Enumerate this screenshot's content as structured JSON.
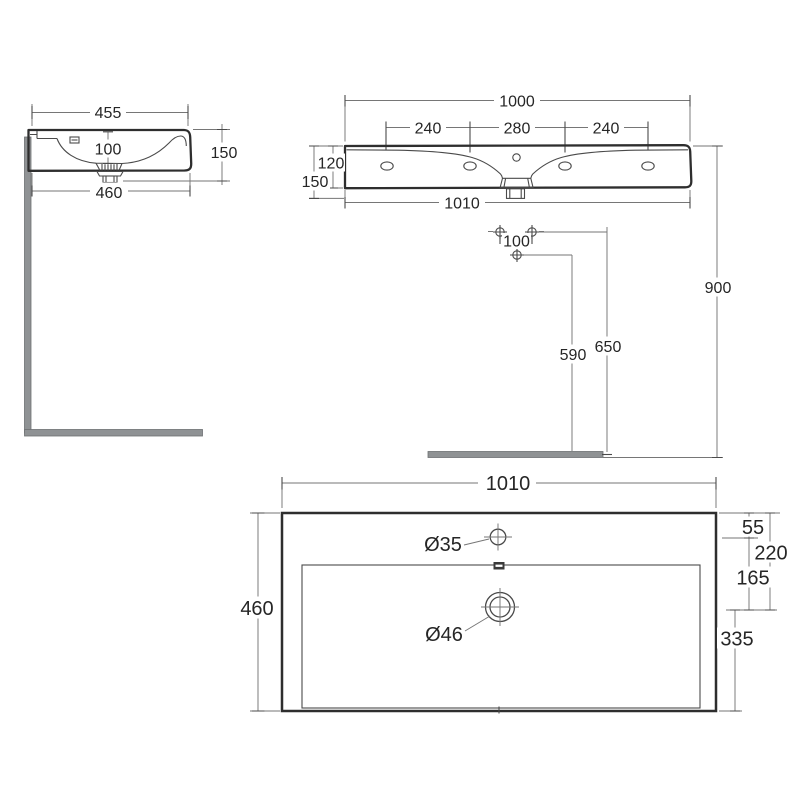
{
  "colors": {
    "object_line": "#2e2e2e",
    "detail_line": "#4a4a4a",
    "dimension_line": "#767676",
    "text": "#262626",
    "wall_floor_bar": "#8f9294",
    "background": "#ffffff"
  },
  "side_view": {
    "width_top": "455",
    "bowl_depth": "100",
    "height": "150",
    "depth_bottom": "460"
  },
  "front_view": {
    "width_top": "1000",
    "hole_spacing_left": "240",
    "hole_spacing_center": "280",
    "hole_spacing_right": "240",
    "face_height": "120",
    "height_total": "150",
    "width_bottom": "1010"
  },
  "installation": {
    "fixing_hole_spacing": "100",
    "fixing_hole_height": "650",
    "drain_height": "590",
    "rim_height": "900"
  },
  "plan_view": {
    "width": "1010",
    "depth": "460",
    "tap_hole_diameter": "Ø35",
    "waste_hole_diameter": "Ø46",
    "tap_hole_from_back": "55",
    "waste_from_back": "220",
    "tap_to_waste": "165",
    "waste_to_front": "335"
  }
}
